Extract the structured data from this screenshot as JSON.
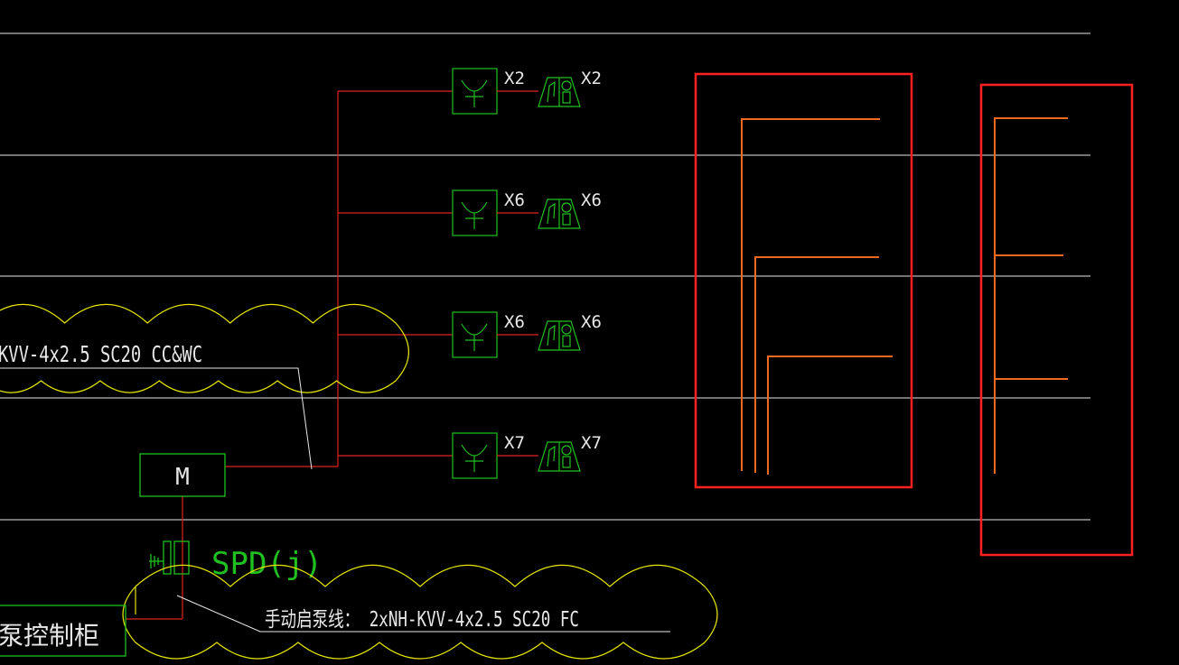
{
  "colors": {
    "background": "#000000",
    "floor_line": "#e8e8e8",
    "cable": "#e02020",
    "device": "#20c020",
    "cloud": "#e6e600",
    "riser": "#f06a1e",
    "riser_frame": "#ff2020",
    "leader": "#ffffff"
  },
  "devices": [
    {
      "label_left": "X2",
      "label_right": "X2"
    },
    {
      "label_left": "X6",
      "label_right": "X6"
    },
    {
      "label_left": "X6",
      "label_right": "X6"
    },
    {
      "label_left": "X7",
      "label_right": "X7"
    }
  ],
  "motor": {
    "label": "M"
  },
  "spd": {
    "label": "SPD(j)"
  },
  "cable_note_upper": "KVV-4x2.5 SC20 CC&WC",
  "cable_note_lower": "手动启泵线：  2xNH-KVV-4x2.5 SC20 FC",
  "cabinet": {
    "label": "泵控制柜"
  },
  "icons": {
    "socket": "fire-hydrant-button-icon",
    "alarm": "sound-light-alarm-icon",
    "spd": "surge-protector-icon"
  }
}
